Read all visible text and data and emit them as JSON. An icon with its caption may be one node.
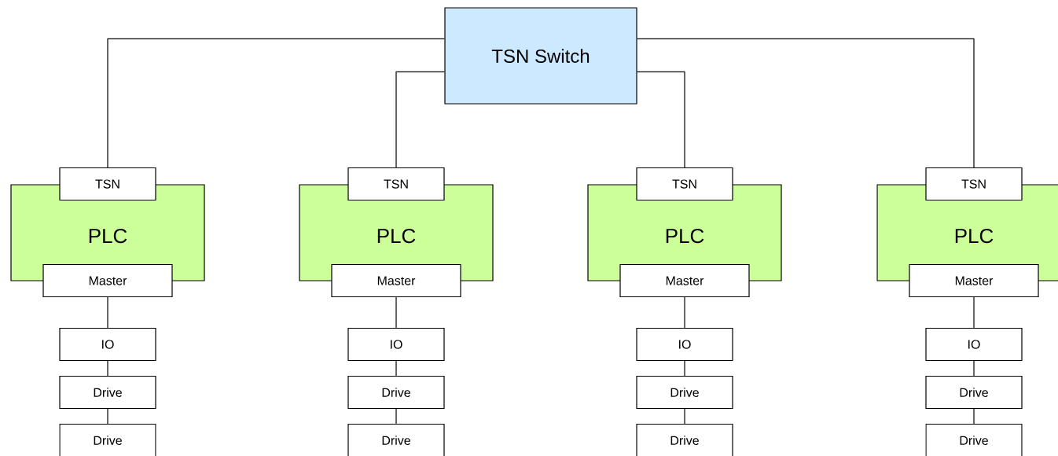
{
  "diagram": {
    "nodes": [
      {
        "text": [
          "TSN Switch"
        ]
      },
      {
        "text": [
          "PLC"
        ]
      },
      {
        "text": [
          "TSN"
        ]
      },
      {
        "text": [
          "Master"
        ]
      },
      {
        "text": [
          "IO"
        ]
      },
      {
        "text": [
          "Drive"
        ]
      },
      {
        "text": [
          "Drive"
        ]
      },
      {
        "text": [
          "PLC"
        ]
      },
      {
        "text": [
          "TSN"
        ]
      },
      {
        "text": [
          "Master"
        ]
      },
      {
        "text": [
          "IO"
        ]
      },
      {
        "text": [
          "Drive"
        ]
      },
      {
        "text": [
          "Drive"
        ]
      },
      {
        "text": [
          "PLC"
        ]
      },
      {
        "text": [
          "TSN"
        ]
      },
      {
        "text": [
          "Master"
        ]
      },
      {
        "text": [
          "IO"
        ]
      },
      {
        "text": [
          "Drive"
        ]
      },
      {
        "text": [
          "Drive"
        ]
      },
      {
        "text": [
          "PLC"
        ]
      },
      {
        "text": [
          "TSN"
        ]
      },
      {
        "text": [
          "Master"
        ]
      },
      {
        "text": [
          "IO"
        ]
      },
      {
        "text": [
          "Drive"
        ]
      },
      {
        "text": [
          "Drive"
        ]
      }
    ],
    "edges": [
      {
        "from": 0,
        "to": 2,
        "arrow": "none"
      },
      {
        "from": 0,
        "to": 8,
        "arrow": "none"
      },
      {
        "from": 0,
        "to": 14,
        "arrow": "none"
      },
      {
        "from": 0,
        "to": 20,
        "arrow": "none"
      },
      {
        "from": 3,
        "to": 4,
        "arrow": "none"
      },
      {
        "from": 4,
        "to": 5,
        "arrow": "none"
      },
      {
        "from": 5,
        "to": 6,
        "arrow": "none"
      },
      {
        "from": 9,
        "to": 10,
        "arrow": "none"
      },
      {
        "from": 10,
        "to": 11,
        "arrow": "none"
      },
      {
        "from": 11,
        "to": 12,
        "arrow": "none"
      },
      {
        "from": 15,
        "to": 16,
        "arrow": "none"
      },
      {
        "from": 16,
        "to": 17,
        "arrow": "none"
      },
      {
        "from": 17,
        "to": 18,
        "arrow": "none"
      },
      {
        "from": 21,
        "to": 22,
        "arrow": "none"
      },
      {
        "from": 22,
        "to": 23,
        "arrow": "none"
      },
      {
        "from": 23,
        "to": 24,
        "arrow": "none"
      }
    ]
  }
}
